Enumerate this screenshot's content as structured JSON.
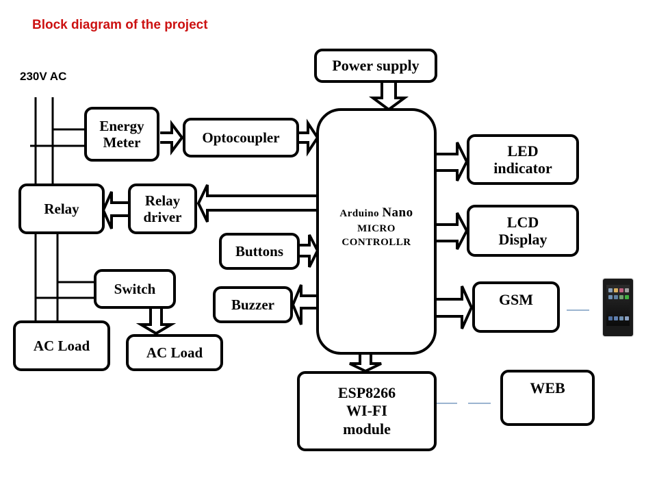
{
  "title": "Block diagram of the project",
  "supply_label": "230V AC",
  "blocks": {
    "power_supply": "Power supply",
    "energy_meter": [
      "Energy",
      "Meter"
    ],
    "optocoupler": "Optocoupler",
    "relay": "Relay",
    "relay_driver": [
      "Relay",
      "driver"
    ],
    "buttons": "Buttons",
    "switch": "Switch",
    "buzzer": "Buzzer",
    "ac_load_1": "AC Load",
    "ac_load_2": "AC Load",
    "mcu": {
      "line1a": "Arduino ",
      "line1b": "Nano",
      "line2": "MICRO",
      "line3": "CONTROLLR"
    },
    "led_indicator": [
      "LED",
      "indicator"
    ],
    "lcd_display": [
      "LCD",
      "Display"
    ],
    "gsm": "GSM",
    "esp8266": [
      "ESP8266",
      "WI-FI",
      "module"
    ],
    "web": "WEB"
  },
  "images": {
    "mobile_phone": "mobile-phone"
  },
  "colors": {
    "title": "#cc1111",
    "link_line": "#7a9cc0"
  }
}
